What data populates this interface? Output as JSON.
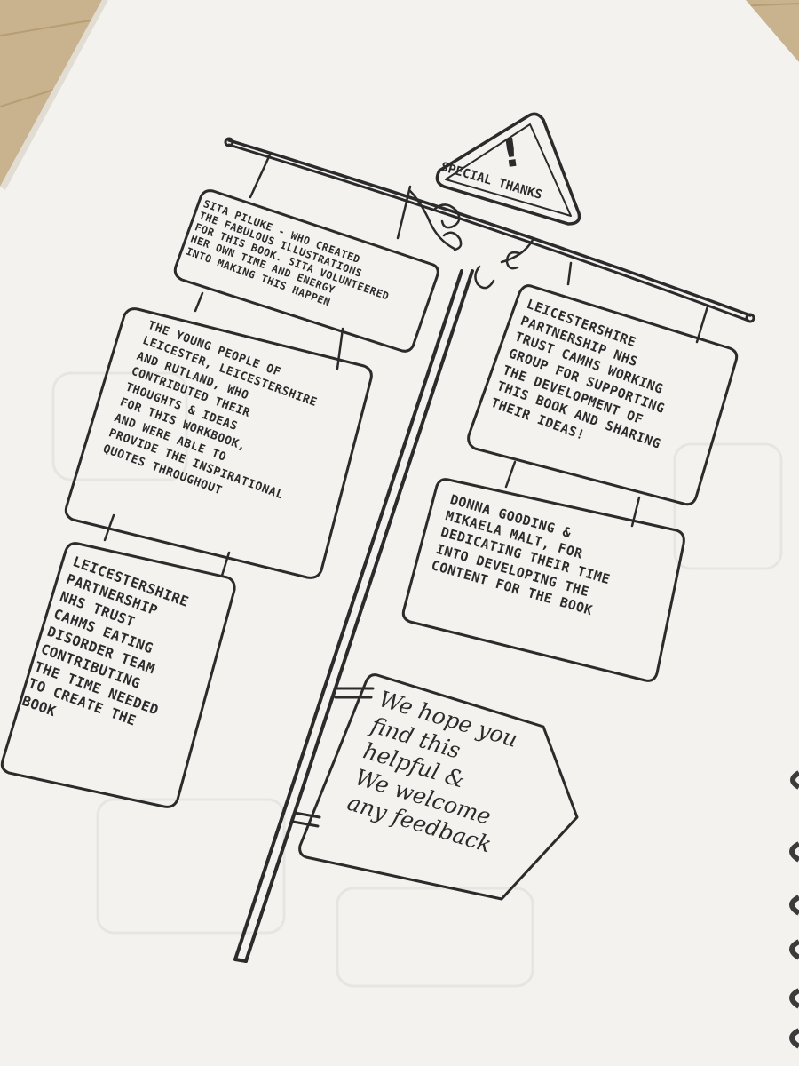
{
  "page": {
    "paper_color": "#f3f2ef",
    "table_color": "#c9b28e",
    "ink_color": "#2b2b2b"
  },
  "warning_sign": {
    "symbol": "!",
    "label": "SPECIAL THANKS"
  },
  "signs": {
    "sita": {
      "text": "Sita Piluke - who created\nthe fabulous illustrations\nfor this book. Sita volunteered\nher own time and energy\ninto making this happen"
    },
    "young_people": {
      "text": "The young people of\nLeicester, Leicestershire\nand Rutland, who\ncontributed their\nthoughts & ideas\nfor this workbook,\nand were able to\nprovide the inspirational\nquotes throughout"
    },
    "eating_disorder": {
      "text": "Leicestershire\nPartnership\nNHS Trust\nCAHMS Eating\nDisorder Team\nContributing\nthe time needed\nto create the\nbook"
    },
    "camhs_group": {
      "text": "Leicestershire\nPartnership NHS\nTrust CAMHS working\ngroup for supporting\nthe development of\nthis book and sharing\ntheir ideas!"
    },
    "donna_mikaela": {
      "text": "Donna Gooding &\nMikaela Malt, for\ndedicating their time\ninto developing the\ncontent for the book"
    },
    "feedback": {
      "text": "We hope you\nfind this\nhelpful &\nWe welcome\nany feedback"
    }
  }
}
